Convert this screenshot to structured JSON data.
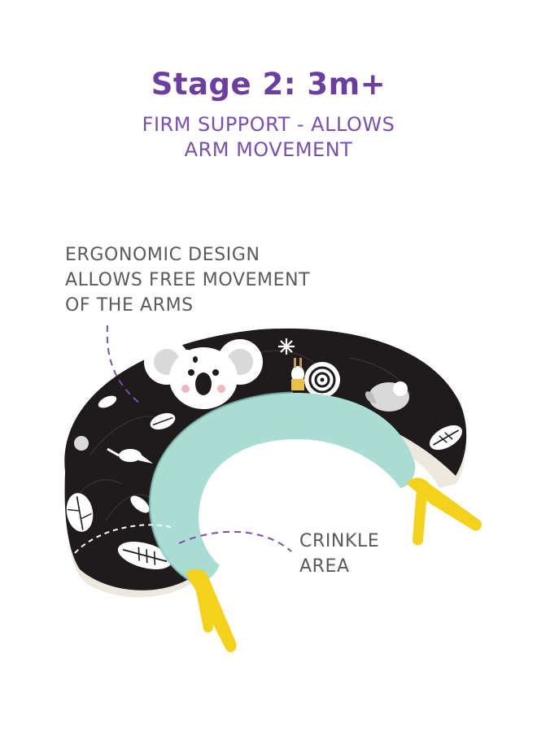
{
  "heading": {
    "title": "Stage 2: 3m+",
    "subtitle_line1": "FIRM SUPPORT - ALLOWS",
    "subtitle_line2": "ARM MOVEMENT"
  },
  "callouts": {
    "ergonomic": {
      "line1": "ERGONOMIC DESIGN",
      "line2": "ALLOWS FREE MOVEMENT",
      "line3": "OF THE ARMS"
    },
    "crinkle": {
      "line1": "CRINKLE",
      "line2": "AREA"
    }
  },
  "colors": {
    "accent_purple": "#6b3fa0",
    "text_gray": "#5a5a5a",
    "pillow_dark": "#1f1a1c",
    "pillow_teal": "#a9ddd4",
    "tag_yellow": "#f4d21c",
    "leader_purple": "#7b4fb0"
  },
  "product": {
    "icons": [
      "koala-icon",
      "leaf-icon",
      "snail-icon",
      "bird-icon",
      "flower-icon",
      "bunny-icon",
      "toucan-icon"
    ]
  }
}
